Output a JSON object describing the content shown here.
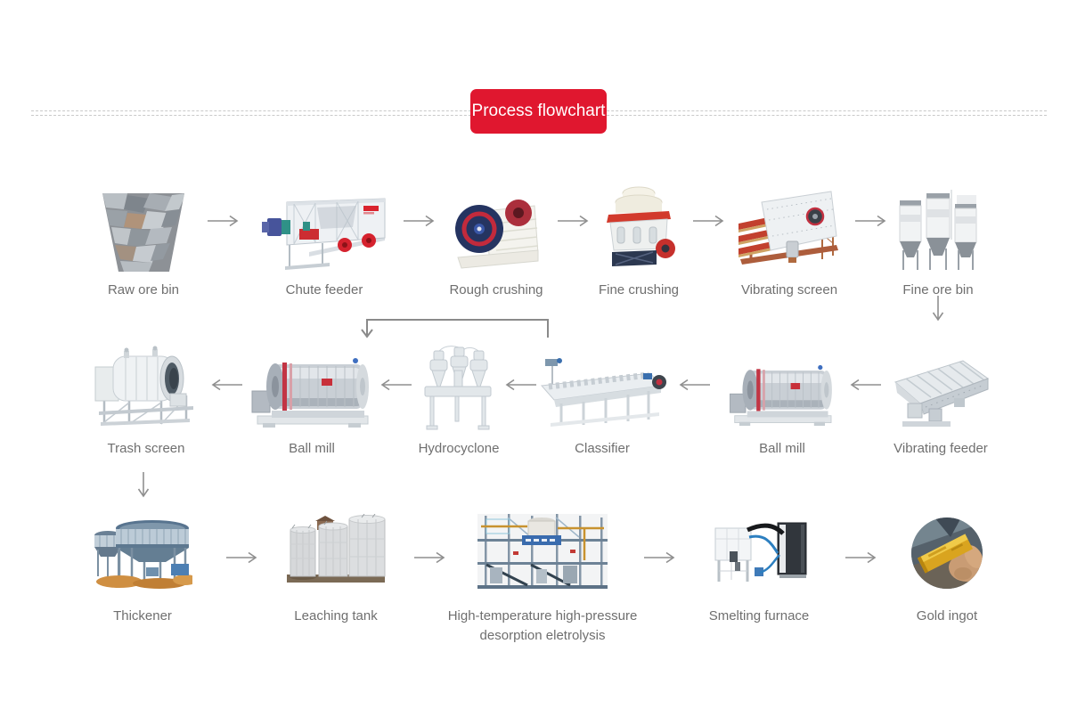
{
  "title": {
    "label": "Process flowchart"
  },
  "colors": {
    "accent_red": "#e0172f",
    "label_gray": "#6f6f6f",
    "arrow_gray": "#8f8f8f",
    "divider_gray": "#c9c9c9"
  },
  "icons": {
    "arrow_right": "→",
    "arrow_left": "←",
    "arrow_down": "↓"
  },
  "flow": {
    "stage1": {
      "direction": "left-to-right",
      "items": [
        {
          "label": "Raw ore bin"
        },
        {
          "label": "Chute feeder"
        },
        {
          "label": "Rough crushing"
        },
        {
          "label": "Fine crushing"
        },
        {
          "label": "Vibrating screen"
        },
        {
          "label": "Fine ore bin"
        }
      ]
    },
    "stage2": {
      "direction": "right-to-left",
      "items": [
        {
          "label": "Trash screen"
        },
        {
          "label": "Ball mill"
        },
        {
          "label": "Hydrocyclone"
        },
        {
          "label": "Classifier"
        },
        {
          "label": "Ball mill"
        },
        {
          "label": "Vibrating feeder"
        }
      ]
    },
    "stage3": {
      "direction": "left-to-right",
      "items": [
        {
          "label": "Thickener"
        },
        {
          "label": "Leaching tank"
        },
        {
          "label": "High-temperature high-pressure desorption eletrolysis"
        },
        {
          "label": "Smelting furnace"
        },
        {
          "label": "Gold ingot"
        }
      ]
    },
    "connectors": {
      "stage1_to_stage2": "down arrow below Fine ore bin into Vibrating feeder",
      "stage2_to_stage3": "down arrow below Trash screen into Thickener",
      "classifier_return": "elbow arrow from above Classifier pointing down left of Hydrocyclone"
    }
  }
}
